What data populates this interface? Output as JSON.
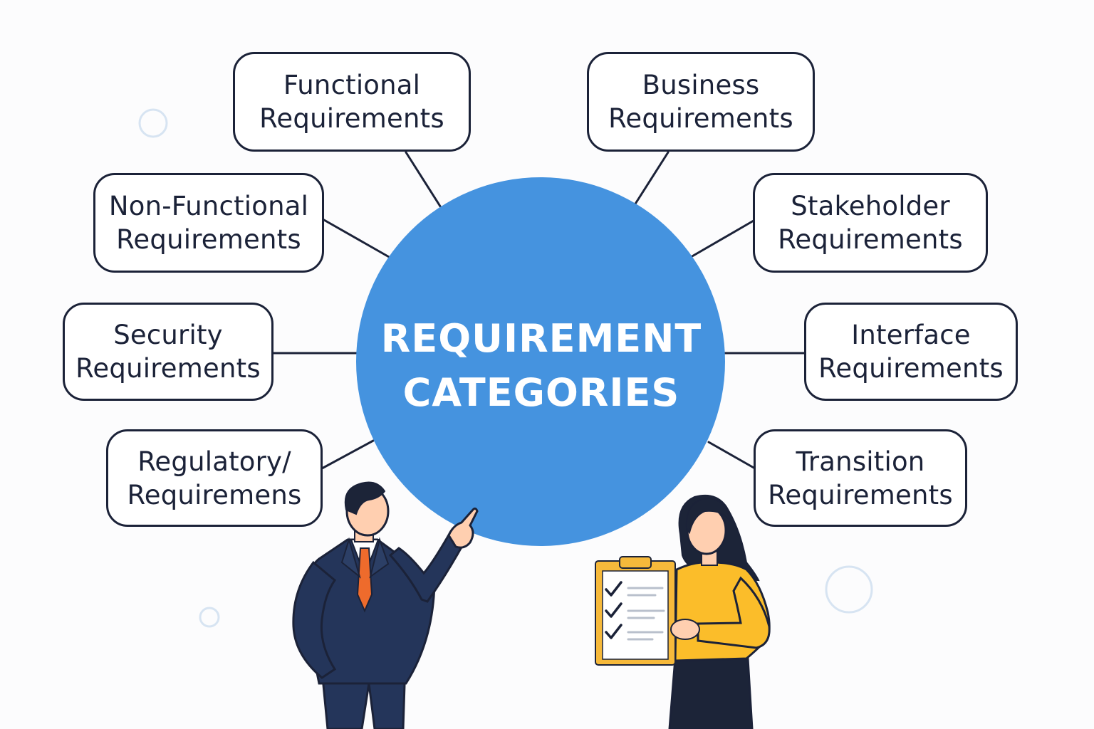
{
  "center": {
    "title": "REQUIREMENT\nCATEGORIES",
    "fill_color": "#4593df"
  },
  "categories": {
    "functional": "Functional\nRequirements",
    "business": "Business\nRequirements",
    "non_functional": "Non-Functional\nRequirements",
    "stakeholder": "Stakeholder\nRequirements",
    "security": "Security\nRequirements",
    "interface": "Interface\nRequirements",
    "regulatory": "Regulatory/\nRequiremens",
    "transition": "Transition\nRequirements"
  },
  "colors": {
    "outline": "#1b2238",
    "suit": "#24355a",
    "tie": "#ee6b2c",
    "sweater": "#fbbd2a",
    "clipboard": "#f6b93b",
    "skin": "#ffcfb0",
    "hair": "#1c2438",
    "decor_circle": "#d7e4f2"
  },
  "illustration": {
    "left_person": "businessman-pointing",
    "right_person": "woman-holding-clipboard",
    "clipboard_checks": 3
  }
}
